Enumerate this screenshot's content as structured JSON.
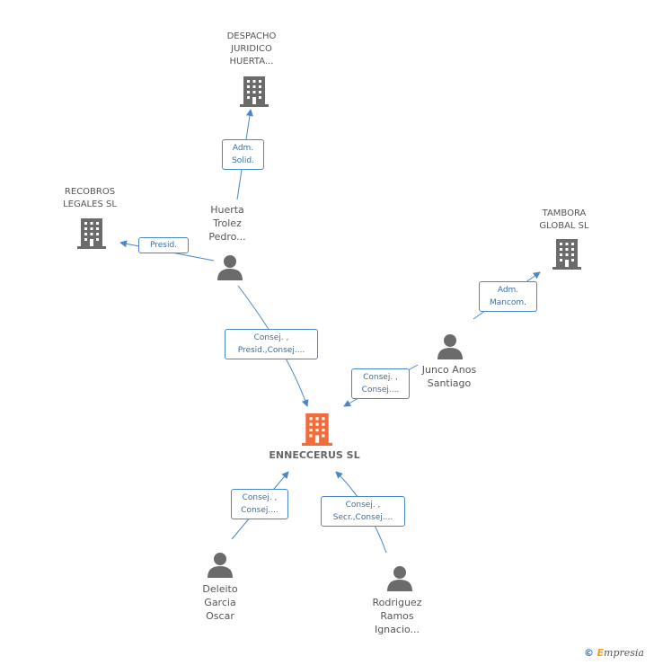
{
  "center": {
    "name": "ENNECCERUS SL",
    "color": "#f26b3a"
  },
  "companies": [
    {
      "id": "despacho",
      "lines": [
        "DESPACHO",
        "JURIDICO",
        "HUERTA..."
      ]
    },
    {
      "id": "recobros",
      "lines": [
        "RECOBROS",
        "LEGALES SL"
      ]
    },
    {
      "id": "tambora",
      "lines": [
        "TAMBORA",
        "GLOBAL SL"
      ]
    }
  ],
  "persons": [
    {
      "id": "huerta",
      "lines": [
        "Huerta",
        "Trolez",
        "Pedro..."
      ]
    },
    {
      "id": "junco",
      "lines": [
        "Junco Anos",
        "Santiago"
      ]
    },
    {
      "id": "deleito",
      "lines": [
        "Deleito",
        "Garcia",
        "Oscar"
      ]
    },
    {
      "id": "rodriguez",
      "lines": [
        "Rodriguez",
        "Ramos",
        "Ignacio..."
      ]
    }
  ],
  "edges": [
    {
      "id": "huerta-despacho",
      "lines": [
        "Adm.",
        "Solid."
      ]
    },
    {
      "id": "huerta-recobros",
      "lines": [
        "Presid."
      ]
    },
    {
      "id": "huerta-center",
      "lines": [
        "Consej. ,",
        "Presid.,Consej...."
      ]
    },
    {
      "id": "junco-tambora",
      "lines": [
        "Adm.",
        "Mancom."
      ]
    },
    {
      "id": "junco-center",
      "lines": [
        "Consej. ,",
        "Consej...."
      ]
    },
    {
      "id": "deleito-center",
      "lines": [
        "Consej. ,",
        "Consej...."
      ]
    },
    {
      "id": "rodriguez-center",
      "lines": [
        "Consej. ,",
        "Secr.,Consej...."
      ]
    }
  ],
  "colors": {
    "company": "#6b6b6b",
    "person": "#6b6b6b",
    "edge": "#4a86c8"
  },
  "footer": {
    "copyright": "©",
    "brand_initial": "E",
    "brand_rest": "mpresia"
  }
}
